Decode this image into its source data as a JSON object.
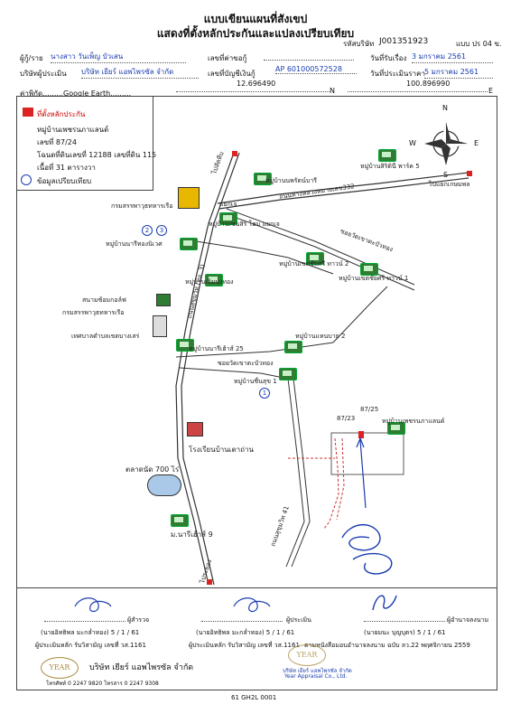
{
  "header": {
    "title": "แบบเขียนแผนที่สังเขป",
    "subtitle": "แสดงที่ตั้งหลักประกันและแปลงเปรียบเทียบ",
    "company_code_label": "รหัสบริษัท",
    "company_code": "J001351923",
    "form_no": "แบบ ปร 04 ข."
  },
  "info": {
    "requester_label": "ผู้กู้/ราย",
    "requester": "นางสาว วันเพ็ญ บัวเสน",
    "owner_label": "เลขที่ค่าขอกู้",
    "received_label": "วันที่รับเรื่อง",
    "received_date": "3 มกราคม 2561",
    "appraiser_label": "บริษัทผู้ประเมิน",
    "appraiser": "บริษัท เยียร์ แอพไพรซัล จำกัด",
    "account_label": "เลขที่บัญชีเงินกู้",
    "account_no": "AP 601000572528",
    "survey_label": "วันที่ประเมินราคา",
    "survey_date": "5 มกราคม 2561",
    "coord_source_label": "ค่าพิกัด.........Google Earth.........",
    "lat": "12.696490",
    "lat_dir": "N",
    "lon": "100.896990",
    "lon_dir": "E"
  },
  "legend": {
    "collateral": "ที่ตั้งหลักประกัน",
    "village": "หมู่บ้านเพชรนภาแลนด์",
    "plot_no": "เลขที่ 87/24",
    "deed": "โฉนดที่ดินเลขที่ 12188 เลขที่ดิน 115",
    "area": "เนื้อที่ 31 ตารางวา",
    "comparison": "ข้อมูลเปรียบเทียบ"
  },
  "compass": {
    "n": "N",
    "s": "S",
    "e": "E",
    "w": "W"
  },
  "map_labels": {
    "highway": "ถนนทางหลวงหมายเลข332",
    "to_nikom": "ไปแยกเกษมพล",
    "to_sattahip": "ไปสัตหีบ",
    "to_rayong": "ไประยอง",
    "soi_vibhavadi": "ซอยวัดเขาตะบัวทอง",
    "soi_kanchana": "ซอยวัดเขาตะบัวทอง",
    "sukhumvit": "ถนนสุขุมวิท (ทล. 3)",
    "nongklong": "ถนนสุขุมวิท 41",
    "navy": "กรมสรรพาวุธทหารเรือ",
    "intersection": "แยกเจ",
    "v_sirindhorn": "หมู่บ้านเซนสิริ โฮม แยกเจ",
    "v_narin": "หมู่บ้านนารีทองนิเวศ",
    "v_chernbungthong": "หมู่บ้านเจิมบุงทอง",
    "v_khochai": "หมู่บ้านเขตชัยศรี ทาวน์ 2",
    "v_khochai1": "หมู่บ้านเขตชัยศรี ทาวน์ 1",
    "v_nariwan": "หมู่บ้านนารีเฮ้าส์ 25",
    "v_hambay": "หมู่บ้านแหนบาย 2",
    "v_chinsukh": "หมู่บ้านชื่นสุข 1",
    "v_prince": "หมู่บ้านนพรัตน์บารี",
    "v_siripark": "หมู่บ้านสิริดินี พาร์ค 5",
    "v_phetnapa": "หมู่บ้านเพชรนภาแลนด์",
    "golf": "สนามซ้อมกอล์ฟ",
    "navy2": "กรมสรรพาวุธทหารเรือ",
    "municipal": "เทศบาลตำบลเขตบางเสร่",
    "school": "โรงเรียนบ้านเตาถ่าน",
    "market": "ตลาดนัด 700 ไร่",
    "mvillage9": "ม.นารีเฮ้าส์ 9",
    "plot_87_25": "87/25",
    "plot_87_23": "87/23",
    "circle1": "1",
    "circle2": "2",
    "circle3": "3"
  },
  "signatures": {
    "left_name": "(นายอิทธิพล มะกล่ำทอง)  5 / 1 / 61",
    "left_role": "ผู้สำรวจ",
    "left_license": "ผู้ประเมินหลัก รับวิสามัญ เลขที่ วส.1161",
    "mid_name": "(นายอิทธิพล มะกล่ำทอง)  5 / 1 / 61",
    "mid_role": "ผู้ประเมิน",
    "mid_license": "ผู้ประเมินหลัก รับวิสามัญ เลขที่ วส.1161",
    "right_name": "(นายมนะ บุญบุตร)  5 / 1 / 61",
    "right_role": "ผู้อำนาจลงนาม",
    "right_license": "ตามหนังสือมอบอำนาจลงนาม ฉบับ ลว.22 พฤศจิกายน 2559"
  },
  "footer": {
    "company": "บริษัท เยียร์ แอพไพรซัล จำกัด",
    "contact": "โทรศัพท์ 0 2247 9820 โทรสาร 0 2247 9308",
    "stamp_company": "บริษัท เยียร์ แอพไพรซัล จำกัด",
    "stamp_en": "Year Appraisal Co., Ltd.",
    "doc_code": "61 GH2L 0001",
    "logo_text": "YEAR"
  }
}
